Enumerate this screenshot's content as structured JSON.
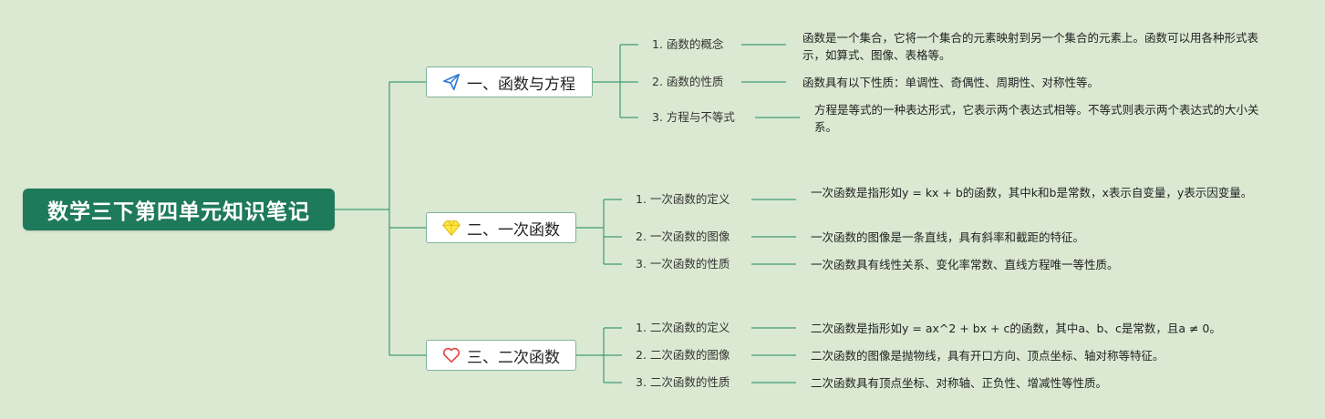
{
  "root": {
    "title": "数学三下第四单元知识笔记"
  },
  "colors": {
    "background": "#dbe9d2",
    "root_fill": "#1d7a5a",
    "line": "#3f9a76",
    "topic_border": "#7db39a"
  },
  "topics": [
    {
      "label": "一、函数与方程",
      "icon": "paper-plane-icon",
      "items": [
        {
          "label": "1. 函数的概念",
          "desc": "函数是一个集合，它将一个集合的元素映射到另一个集合的元素上。函数可以用各种形式表示，如算式、图像、表格等。"
        },
        {
          "label": "2. 函数的性质",
          "desc": "函数具有以下性质：单调性、奇偶性、周期性、对称性等。"
        },
        {
          "label": "3. 方程与不等式",
          "desc": "方程是等式的一种表达形式，它表示两个表达式相等。不等式则表示两个表达式的大小关系。"
        }
      ]
    },
    {
      "label": "二、一次函数",
      "icon": "diamond-icon",
      "items": [
        {
          "label": "1. 一次函数的定义",
          "desc": "一次函数是指形如y = kx + b的函数，其中k和b是常数，x表示自变量，y表示因变量。"
        },
        {
          "label": "2. 一次函数的图像",
          "desc": "一次函数的图像是一条直线，具有斜率和截距的特征。"
        },
        {
          "label": "3. 一次函数的性质",
          "desc": "一次函数具有线性关系、变化率常数、直线方程唯一等性质。"
        }
      ]
    },
    {
      "label": "三、二次函数",
      "icon": "heart-icon",
      "items": [
        {
          "label": "1. 二次函数的定义",
          "desc": "二次函数是指形如y = ax^2 + bx + c的函数，其中a、b、c是常数，且a ≠ 0。"
        },
        {
          "label": "2. 二次函数的图像",
          "desc": "二次函数的图像是抛物线，具有开口方向、顶点坐标、轴对称等特征。"
        },
        {
          "label": "3. 二次函数的性质",
          "desc": "二次函数具有顶点坐标、对称轴、正负性、增减性等性质。"
        }
      ]
    }
  ]
}
